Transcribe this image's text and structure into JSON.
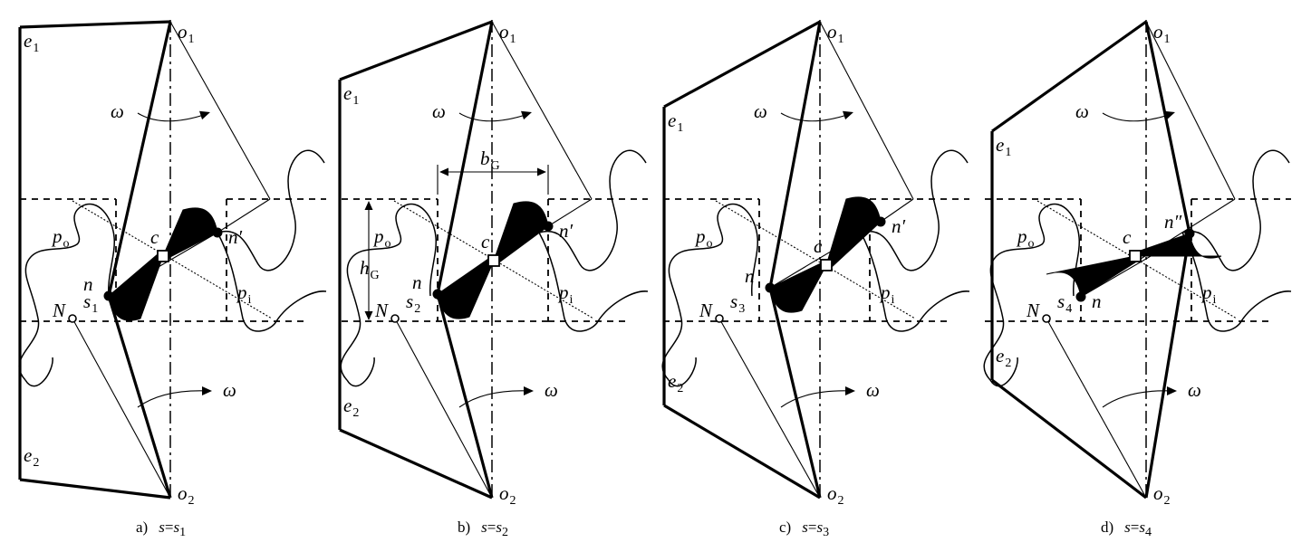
{
  "figure": {
    "panels": [
      {
        "id": "a",
        "caption_prefix": "a)",
        "caption_eq_lhs": "s",
        "caption_eq_rhs": "s",
        "caption_eq_sub": "1",
        "labels": {
          "e1": "e",
          "e1_sub": "1",
          "e2": "e",
          "e2_sub": "2",
          "o1": "o",
          "o1_sub": "1",
          "o2": "o",
          "o2_sub": "2",
          "omega_top": "ω",
          "omega_bottom": "ω",
          "po": "p",
          "po_sub": "o",
          "pi": "p",
          "pi_sub": "i",
          "c": "c",
          "n_left": "n",
          "n_right": "n′",
          "N": "N",
          "s": "s",
          "s_sub": "1"
        }
      },
      {
        "id": "b",
        "caption_prefix": "b)",
        "caption_eq_lhs": "s",
        "caption_eq_rhs": "s",
        "caption_eq_sub": "2",
        "labels": {
          "e1": "e",
          "e1_sub": "1",
          "e2": "e",
          "e2_sub": "2",
          "o1": "o",
          "o1_sub": "1",
          "o2": "o",
          "o2_sub": "2",
          "omega_top": "ω",
          "omega_bottom": "ω",
          "po": "p",
          "po_sub": "o",
          "pi": "p",
          "pi_sub": "i",
          "c": "c",
          "n_left": "n",
          "n_right": "n′",
          "N": "N",
          "s": "s",
          "s_sub": "2",
          "bG": "b",
          "bG_sub": "G",
          "hG": "h",
          "hG_sub": "G"
        }
      },
      {
        "id": "c",
        "caption_prefix": "c)",
        "caption_eq_lhs": "s",
        "caption_eq_rhs": "s",
        "caption_eq_sub": "3",
        "labels": {
          "e1": "e",
          "e1_sub": "1",
          "e2": "e",
          "e2_sub": "2",
          "o1": "o",
          "o1_sub": "1",
          "o2": "o",
          "o2_sub": "2",
          "omega_top": "ω",
          "omega_bottom": "ω",
          "po": "p",
          "po_sub": "o",
          "pi": "p",
          "pi_sub": "i",
          "c": "c",
          "n_left": "n",
          "n_right": "n′",
          "N": "N",
          "s": "s",
          "s_sub": "3"
        }
      },
      {
        "id": "d",
        "caption_prefix": "d)",
        "caption_eq_lhs": "s",
        "caption_eq_rhs": "s",
        "caption_eq_sub": "4",
        "labels": {
          "e1": "e",
          "e1_sub": "1",
          "e2": "e",
          "e2_sub": "2",
          "o1": "o",
          "o1_sub": "1",
          "o2": "o",
          "o2_sub": "2",
          "omega_top": "ω",
          "omega_bottom": "ω",
          "po": "p",
          "po_sub": "o",
          "pi": "p",
          "pi_sub": "i",
          "c": "c",
          "n_left": "n″",
          "n_right": "n",
          "N": "N",
          "s": "s",
          "s_sub": "4"
        }
      }
    ]
  }
}
